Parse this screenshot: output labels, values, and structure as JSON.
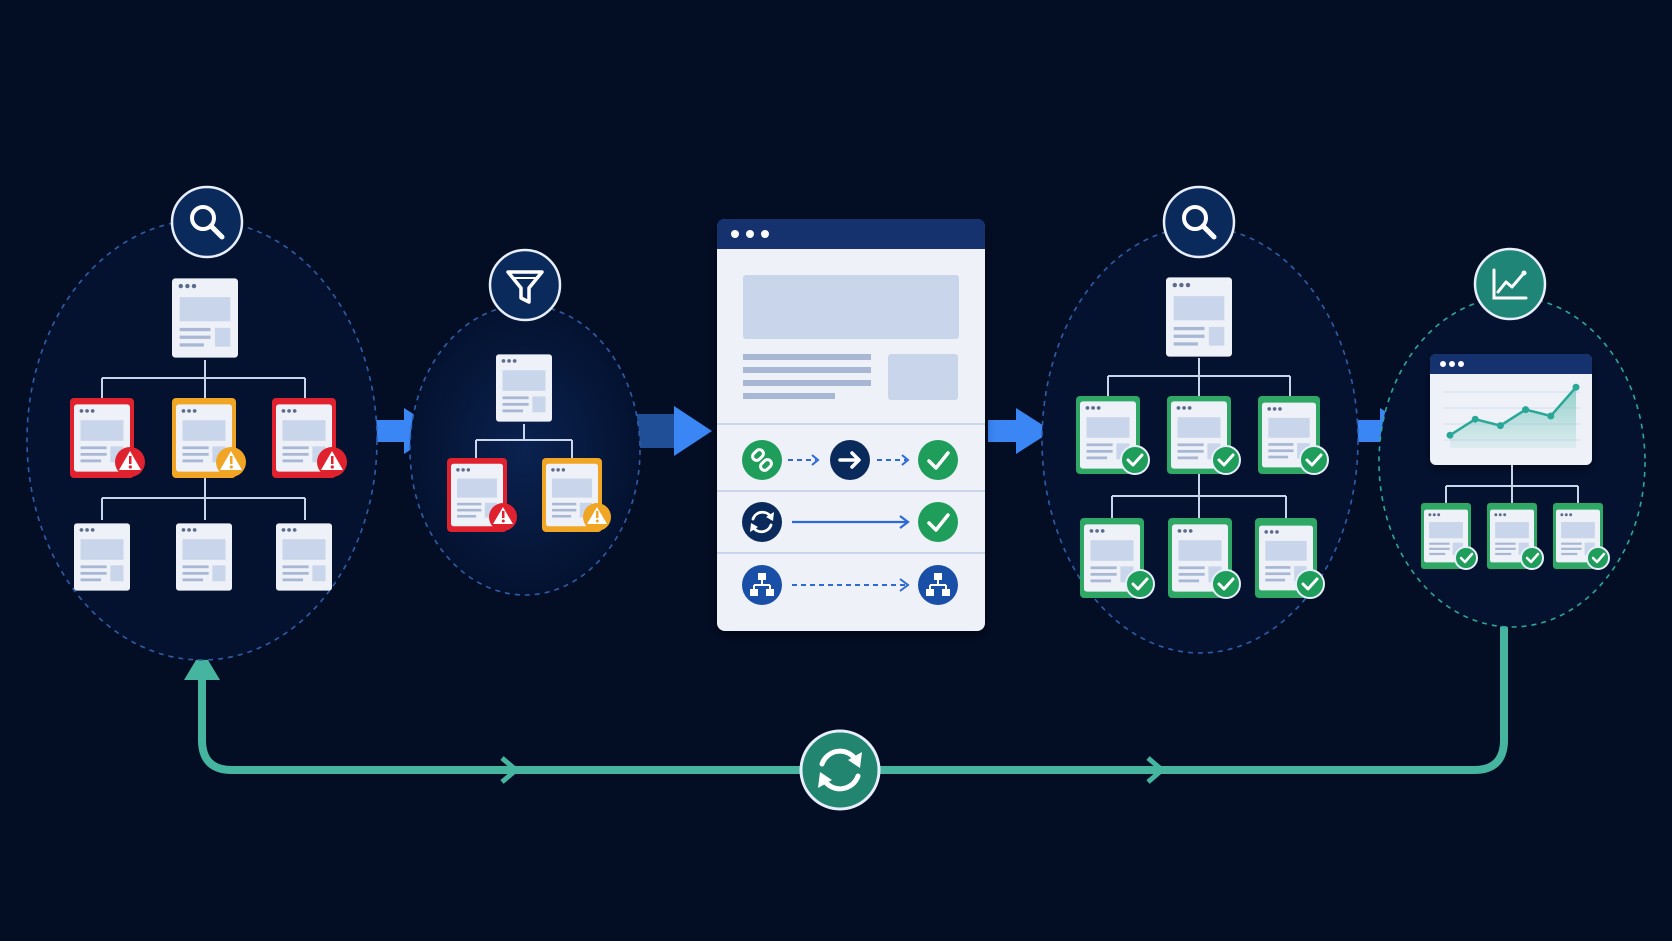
{
  "colors": {
    "background": "#030d24",
    "cluster_fill": "#061838",
    "cluster_stroke": "#2e5ea8",
    "badge_fill": "#0b2a5c",
    "badge_stroke": "#e8eefb",
    "flow_arrow": "#3a86f5",
    "loop_line": "#45b5a0",
    "loop_badge": "#22856f",
    "page_white": "#eef2f8",
    "page_placeholder": "#c9d5ea",
    "page_line": "#a8b8d4",
    "error_red": "#e0222e",
    "warning_amber": "#f0a524",
    "success_green": "#1f9d5a",
    "success_border": "#2fa866",
    "window_bar": "#13336e",
    "teal_badge": "#1f8577",
    "teal_ring": "#2aa897"
  },
  "stages": [
    {
      "name": "audit-site-structure",
      "badge_icon": "search-icon",
      "pages": 7,
      "issues": [
        "error",
        "warning",
        "error"
      ]
    },
    {
      "name": "filter-problem-pages",
      "badge_icon": "filter-icon",
      "pages": 3,
      "issues": [
        "error",
        "warning"
      ]
    },
    {
      "name": "fix-panel",
      "rows": [
        {
          "from_icon": "link-icon",
          "via_icon": "arrow-right-icon",
          "to_icon": "check-icon",
          "style": "dashed"
        },
        {
          "from_icon": "refresh-icon",
          "to_icon": "check-icon",
          "style": "solid"
        },
        {
          "from_icon": "sitemap-icon",
          "to_icon": "sitemap-icon",
          "style": "dashed"
        }
      ]
    },
    {
      "name": "re-audit-site-structure",
      "badge_icon": "search-icon",
      "pages": 7,
      "status": "all-ok"
    },
    {
      "name": "monitor-performance",
      "badge_icon": "chart-line-icon",
      "chart": [
        0.2,
        0.45,
        0.35,
        0.6,
        0.5,
        0.95
      ]
    }
  ],
  "loop": {
    "icon": "cycle-icon"
  }
}
